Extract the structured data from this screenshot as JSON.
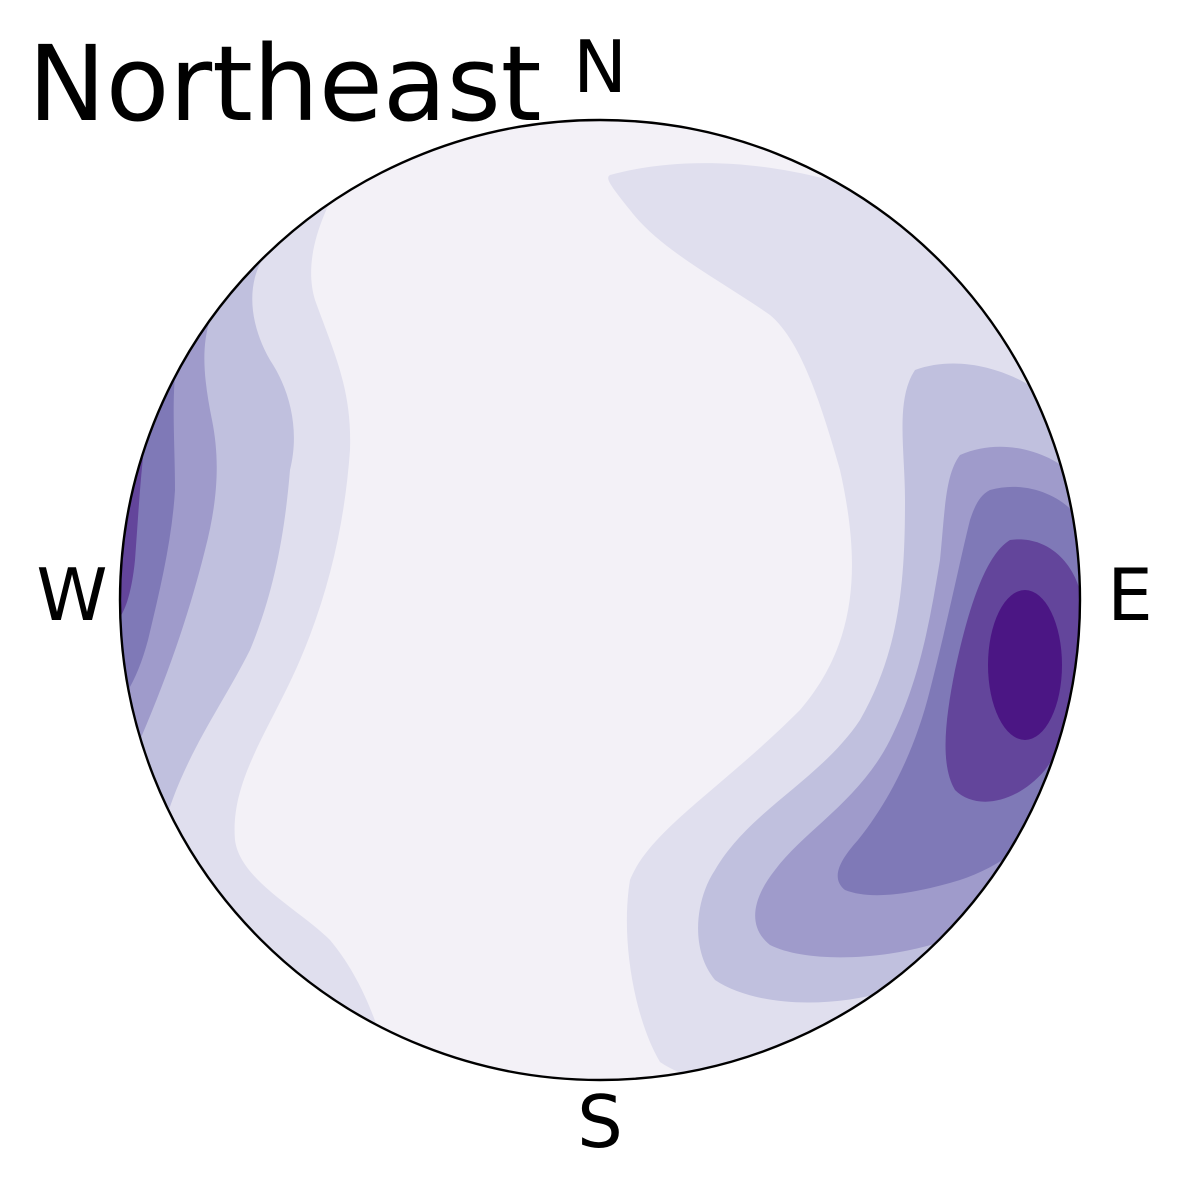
{
  "chart_data": {
    "type": "heatmap",
    "title": "Northeast",
    "projection": "stereonet-density",
    "colormap": "Purples",
    "directions": {
      "north": "N",
      "south": "S",
      "east": "E",
      "west": "W"
    },
    "grid": false,
    "legend": "none",
    "colors": {
      "outline": "#000000",
      "levels": [
        "#f3f1f7",
        "#e0dfee",
        "#c0c0de",
        "#9f9bcb",
        "#7f79b7",
        "#63459b",
        "#4b1684"
      ]
    },
    "density_peaks": [
      {
        "azimuth_deg": 95,
        "radius_fraction": 0.91,
        "level": 7
      },
      {
        "azimuth_deg": 272,
        "radius_fraction": 0.99,
        "level": 6
      }
    ]
  }
}
